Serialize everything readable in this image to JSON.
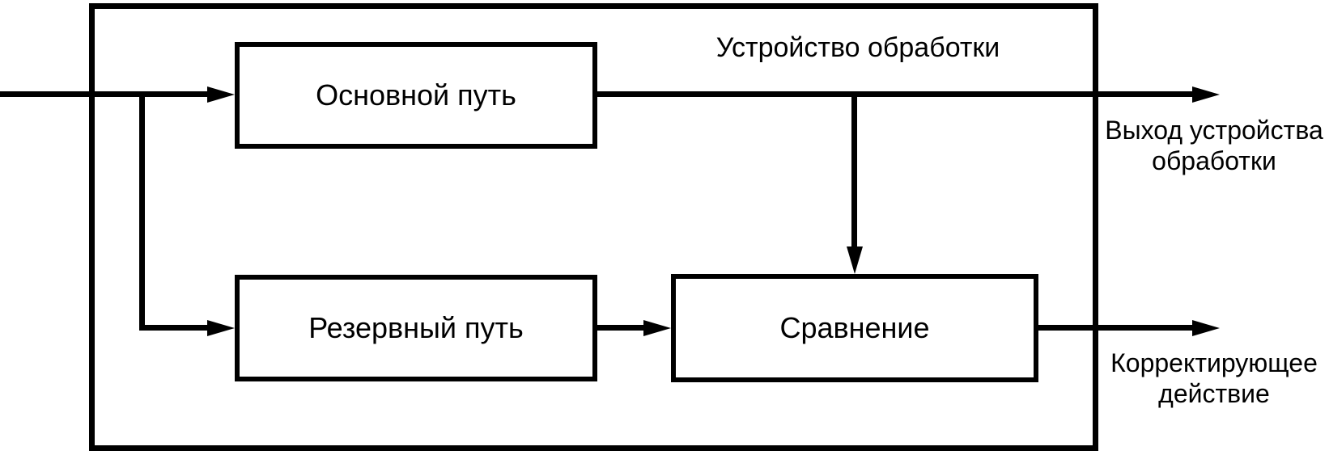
{
  "colors": {
    "line": "#000000",
    "text": "#000000",
    "background": "#ffffff"
  },
  "diagram": {
    "title": "Устройство обработки",
    "blocks": {
      "main_path": {
        "label": "Основной путь"
      },
      "backup_path": {
        "label": "Резервный путь"
      },
      "comparison": {
        "label": "Сравнение"
      }
    },
    "external_labels": {
      "device_output": {
        "full": "Выход устройства обработки",
        "line1": "Выход устройства",
        "line2": "обработки"
      },
      "corrective_action": {
        "full": "Корректирующее действие",
        "line1": "Корректирующее",
        "line2": "действие"
      }
    },
    "connections": [
      {
        "from": "input",
        "to": "main_path"
      },
      {
        "from": "input",
        "to": "backup_path"
      },
      {
        "from": "main_path",
        "to": "device_output"
      },
      {
        "from": "main_path",
        "to": "comparison"
      },
      {
        "from": "backup_path",
        "to": "comparison"
      },
      {
        "from": "comparison",
        "to": "corrective_action"
      }
    ]
  }
}
